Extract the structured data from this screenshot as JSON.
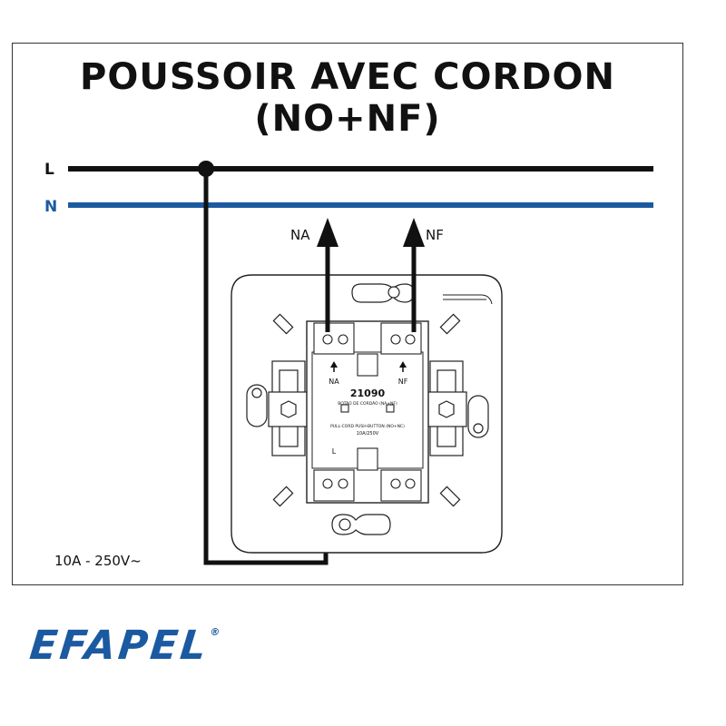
{
  "title": "POUSSOIR AVEC CORDON (NO+NF)",
  "lines": {
    "live_label": "L",
    "neutral_label": "N",
    "live_color": "#111111",
    "neutral_color": "#1b5aa0"
  },
  "outputs": {
    "na_label": "NA",
    "nf_label": "NF"
  },
  "device": {
    "model": "21090",
    "text_pt": "BOTÃO DE CORDÃO (NA+NF)",
    "text_en": "PULL-CORD PUSH-BUTTON (NO+NC)",
    "rating": "10A/250V",
    "terminal_na": "NA",
    "terminal_nf": "NF",
    "terminal_l": "L"
  },
  "rating_label": "10A - 250V~",
  "brand": {
    "name": "EFAPEL",
    "registered": "®",
    "color": "#1b5aa0"
  }
}
